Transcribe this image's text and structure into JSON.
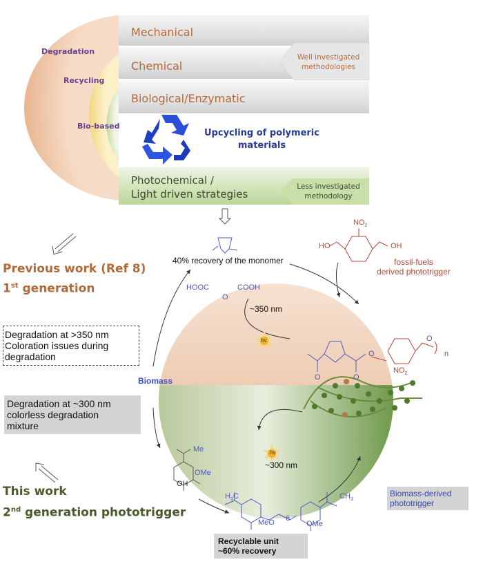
{
  "top_panel": {
    "rings": {
      "outer": "Degradation",
      "middle": "Recycling",
      "inner": "Bio-based"
    },
    "bands": [
      {
        "label": "Mechanical"
      },
      {
        "label": "Chemical"
      },
      {
        "label": "Biological/Enzymatic"
      }
    ],
    "well_investigated": {
      "line1": "Well investigated",
      "line2": "methodologies"
    },
    "upcycling": {
      "line1": "Upcycling of polymeric",
      "line2": "materials"
    },
    "photochemical": {
      "line1": "Photochemical /",
      "line2": "Light driven strategies"
    },
    "less_investigated": {
      "line1": "Less investigated",
      "line2": "methodology"
    }
  },
  "previous_work": {
    "title": "Previous work (Ref 8)",
    "generation_num": "1",
    "generation_sup": "st",
    "generation_text": "generation",
    "box": {
      "line1": "Degradation at >350 nm",
      "line2": "Coloration issues during",
      "line3": "degradation"
    }
  },
  "this_work": {
    "title": "This work",
    "generation_num": "2",
    "generation_sup": "nd",
    "generation_text": "generation phototrigger",
    "box": {
      "line1": "Degradation at ~300 nm",
      "line2": "colorless degradation",
      "line3": "mixture"
    }
  },
  "cycle": {
    "monomer_recovery": "40% recovery of the monomer",
    "hooc": "HOOC",
    "cooh": "COOH",
    "ring_o": "O",
    "wavelength_top": "~350 nm",
    "wavelength_bottom": "~300 nm",
    "hv": "hv",
    "biomass": "Biomass",
    "fossil_label": {
      "line1": "fossil-fuels",
      "line2": "derived phototrigger"
    },
    "no2": "NO",
    "no2_sub": "2",
    "ho": "HO",
    "oh": "OH",
    "polymer_n": "n",
    "carbonyl_o": "O",
    "ester_o": "O",
    "me": "Me",
    "ome": "OMe",
    "meo": "MeO",
    "h3c": "H",
    "h3c_sub": "3",
    "h3c_c": "C",
    "ch3": "CH",
    "ch3_sub": "3",
    "linker_n": "6",
    "recyclable": {
      "line1": "Recyclable unit",
      "line2": "~60% recovery"
    },
    "biomass_trigger": {
      "line1": "Biomass-derived",
      "line2": "phototrigger"
    }
  },
  "colors": {
    "orange_text": "#b36a3a",
    "green_text": "#4a5a2a",
    "purple_text": "#6b3f8f",
    "blue_text": "#2a3a9a",
    "chem_blue": "#4a5ac8",
    "chem_red": "#b04a3a",
    "recycle_blue": "#2a4fd6"
  }
}
